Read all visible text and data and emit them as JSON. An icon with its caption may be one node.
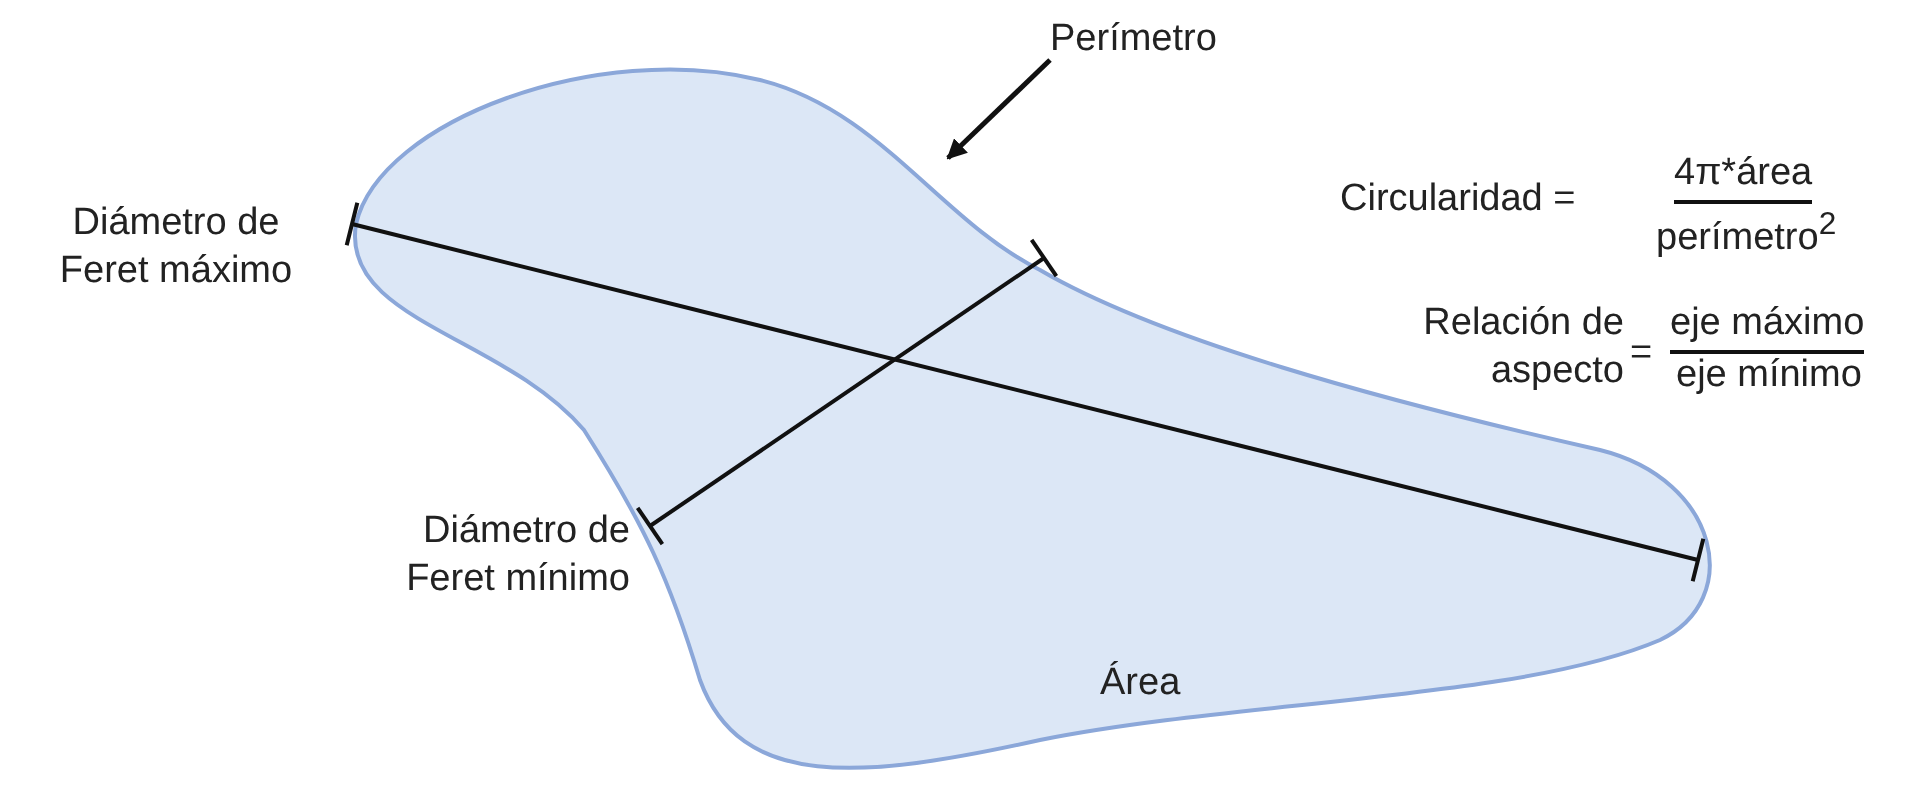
{
  "diagram": {
    "nodes": [
      {
        "text": [
          "Área"
        ]
      },
      {
        "text": [
          "Perímetro"
        ]
      }
    ],
    "edges": [
      {
        "from": 1,
        "to": 0,
        "arrow": "to"
      }
    ],
    "labels": [
      "Diámetro de Feret máximo",
      "Diámetro de Feret mínimo",
      "Circularidad =",
      "4π*área",
      "perímetro$^{2}$",
      "Relación de aspecto",
      "=",
      "eje máximo",
      "eje mínimo"
    ]
  }
}
